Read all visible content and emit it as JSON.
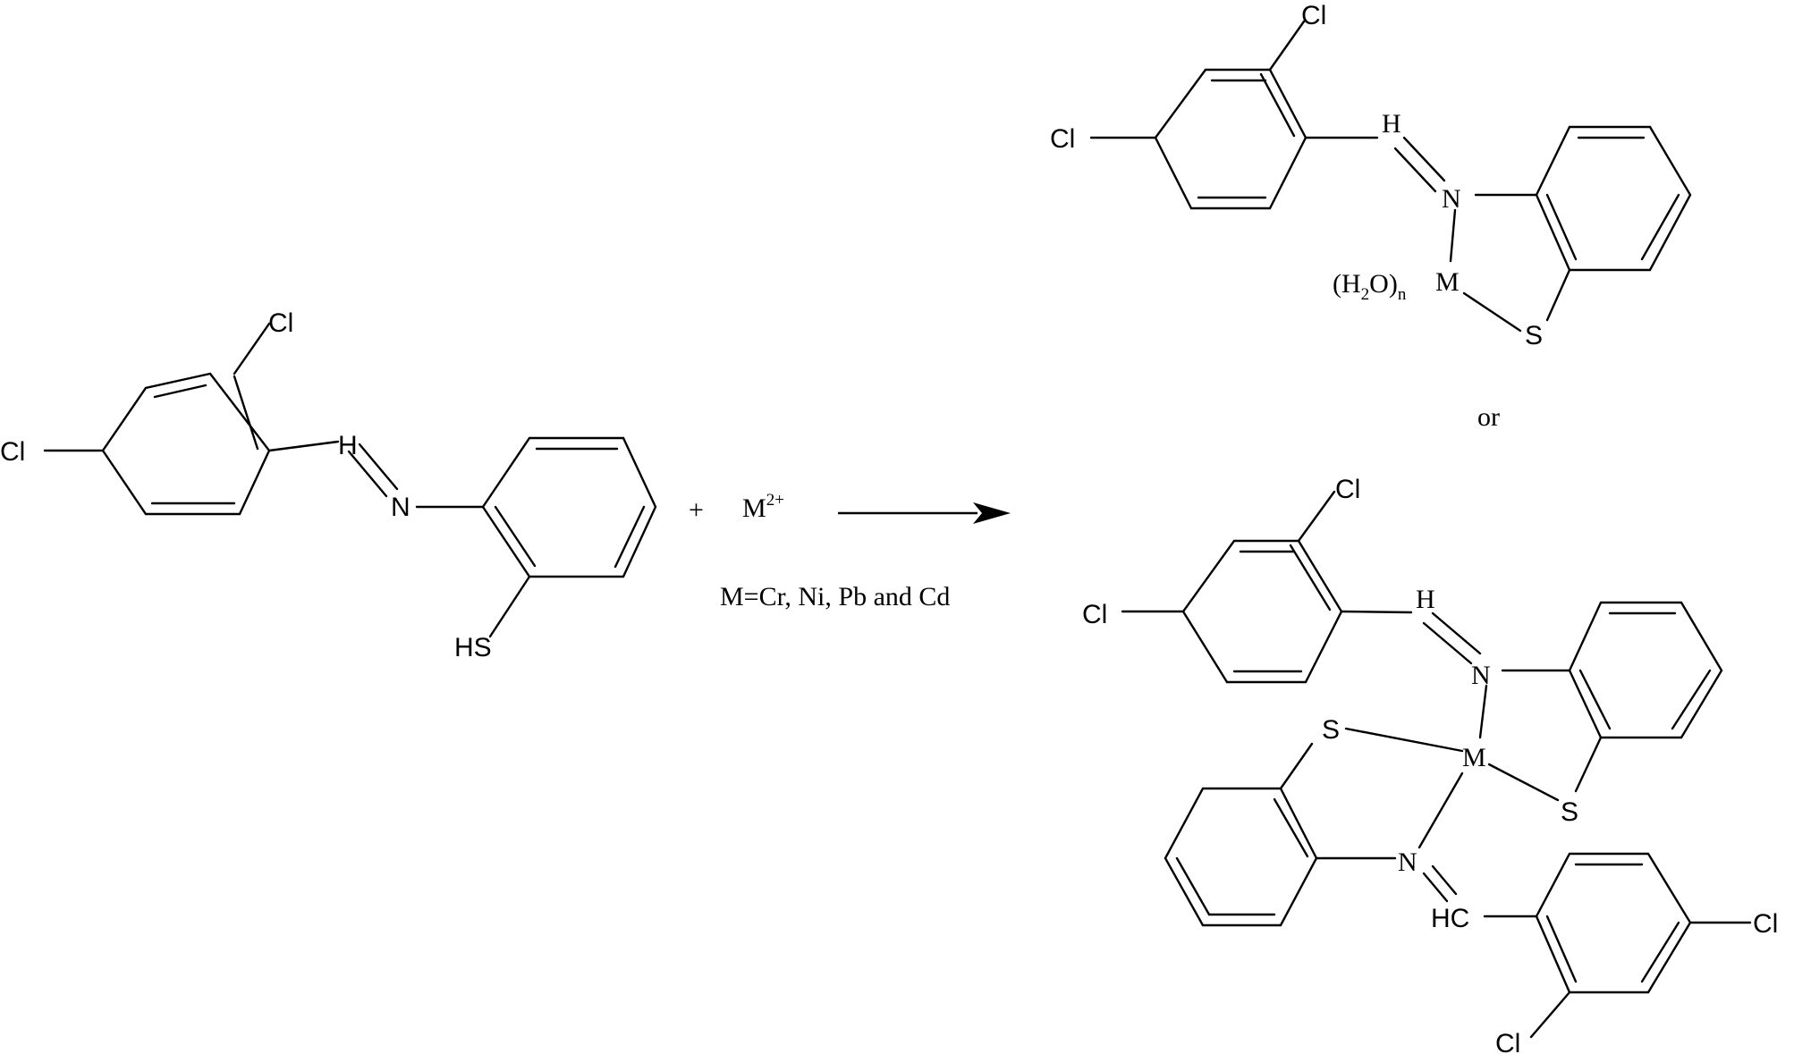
{
  "atoms": {
    "cl": "Cl",
    "n": "N",
    "h": "H",
    "hs": "HS",
    "s": "S",
    "m": "M",
    "hc": "HC"
  },
  "reaction": {
    "plus": "+",
    "metal": "M",
    "metal_charge": "2+",
    "conditions": "M=Cr, Ni, Pb and Cd"
  },
  "product1": {
    "water_ligand": "(H",
    "water_sub": "2",
    "water_close": "O)",
    "water_n": "n"
  },
  "separator": "or"
}
